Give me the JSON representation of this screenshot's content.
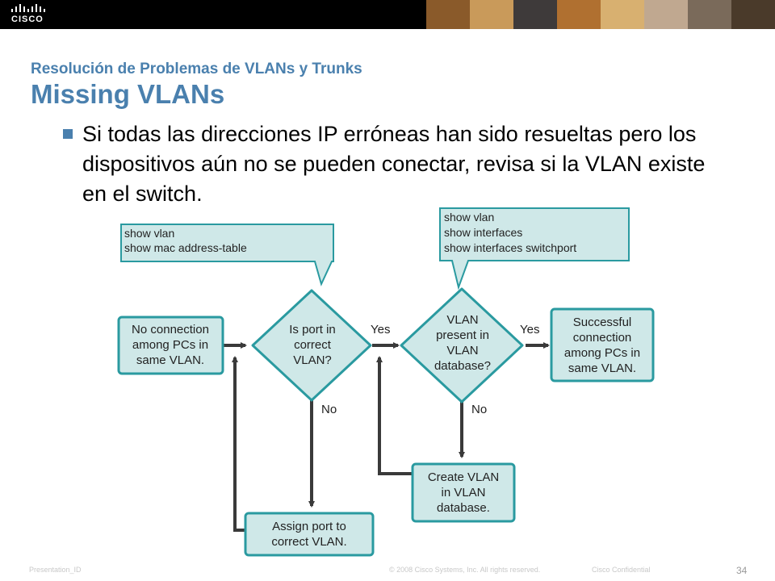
{
  "brand": {
    "logo_text": "CISCO"
  },
  "slide": {
    "subtitle": "Resolución de Problemas de VLANs y Trunks",
    "title": "Missing VLANs",
    "bullet": "Si todas las direcciones IP erróneas han sido resueltas pero los dispositivos aún no se pueden conectar, revisa si la VLAN existe en el switch."
  },
  "diagram": {
    "callout1": [
      "show vlan",
      "show mac address-table"
    ],
    "callout2": [
      "show vlan",
      "show interfaces",
      "show interfaces switchport"
    ],
    "start": [
      "No connection",
      "among PCs in",
      "same VLAN."
    ],
    "decision1": [
      "Is port in",
      "correct",
      "VLAN?"
    ],
    "decision2": [
      "VLAN",
      "present in",
      "VLAN",
      "database?"
    ],
    "success": [
      "Successful",
      "connection",
      "among PCs in",
      "same VLAN."
    ],
    "fix1": [
      "Assign port to",
      "correct VLAN."
    ],
    "fix2": [
      "Create VLAN",
      "in VLAN",
      "database."
    ],
    "yes1": "Yes",
    "yes2": "Yes",
    "no1": "No",
    "no2": "No",
    "colors": {
      "box_fill": "#cfe8e8",
      "box_border": "#2a9aa0",
      "arrow": "#3a3a3a"
    }
  },
  "footer": {
    "presentation_id": "Presentation_ID",
    "copyright": "© 2008 Cisco Systems, Inc. All rights reserved.",
    "confidential": "Cisco Confidential",
    "page": "34"
  }
}
